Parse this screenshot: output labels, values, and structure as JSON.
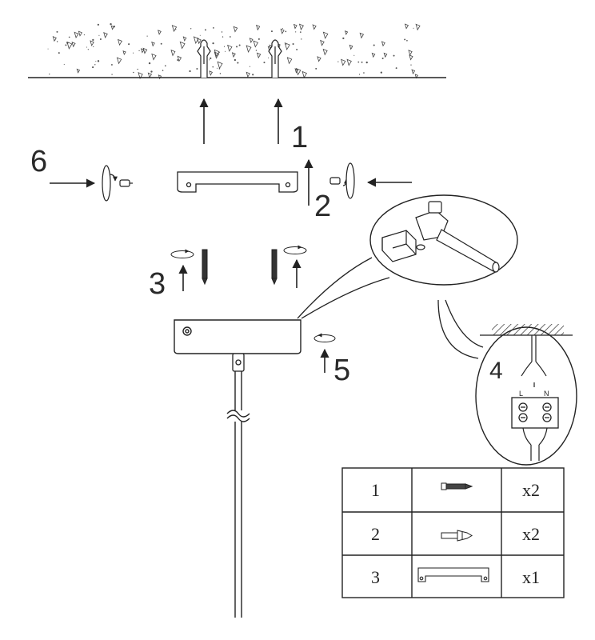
{
  "steps": {
    "s1": "1",
    "s2": "2",
    "s3": "3",
    "s4": "4",
    "s5": "5",
    "s6": "6"
  },
  "terminal_labels": {
    "live": "L",
    "neutral": "N"
  },
  "parts_table": {
    "rows": [
      {
        "num": "1",
        "part_icon": "screw-icon",
        "qty": "x2"
      },
      {
        "num": "2",
        "part_icon": "wall-plug-icon",
        "qty": "x2"
      },
      {
        "num": "3",
        "part_icon": "mounting-bracket-icon",
        "qty": "x1"
      }
    ]
  }
}
